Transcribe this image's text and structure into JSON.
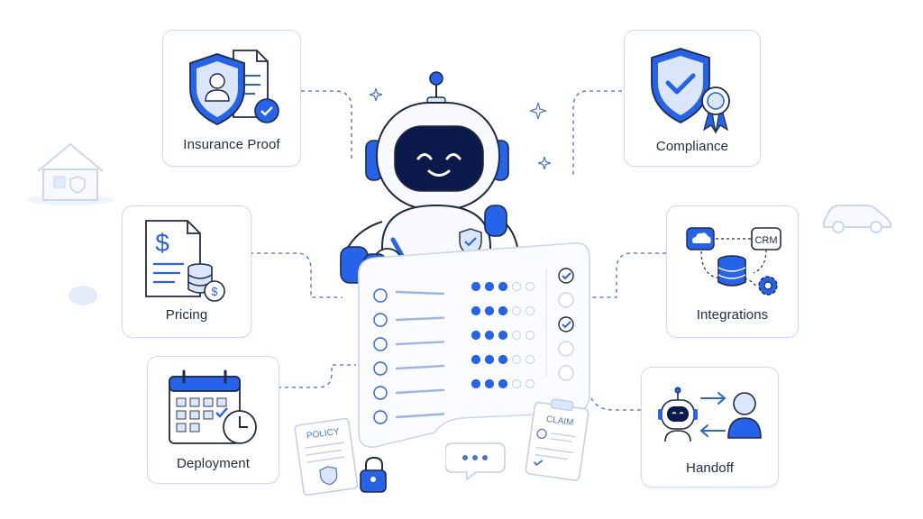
{
  "cards": {
    "insurance": {
      "label": "Insurance Proof"
    },
    "compliance": {
      "label": "Compliance"
    },
    "pricing": {
      "label": "Pricing"
    },
    "integrations": {
      "label": "Integrations",
      "crm_label": "CRM"
    },
    "deployment": {
      "label": "Deployment"
    },
    "handoff": {
      "label": "Handoff"
    }
  },
  "documents": {
    "policy": "POLICY",
    "claim": "CLAIM"
  },
  "colors": {
    "primary": "#2563eb",
    "navy": "#0b1a4a",
    "light": "#dbe6fb",
    "stroke": "#1f2a44"
  }
}
